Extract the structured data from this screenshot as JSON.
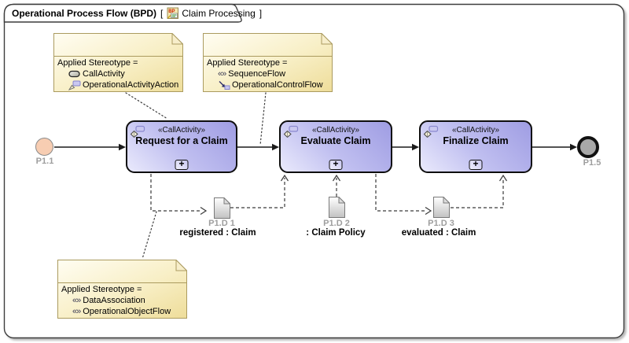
{
  "header": {
    "title": "Operational Process Flow (BPD)",
    "bracket_left": "[",
    "bracket_right": "]",
    "diagram_name": "Claim Processing",
    "icon_text": "BP"
  },
  "notes": [
    {
      "title_line": "Applied Stereotype =",
      "items": [
        {
          "icon": "call-activity-icon",
          "prefix": "",
          "label": "CallActivity"
        },
        {
          "icon": "operational-activity-action-icon",
          "prefix": "",
          "label": "OperationalActivityAction"
        }
      ]
    },
    {
      "title_line": "Applied Stereotype =",
      "items": [
        {
          "icon": "guillemets",
          "prefix": "«»",
          "label": "SequenceFlow"
        },
        {
          "icon": "operational-control-flow-icon",
          "prefix": "",
          "label": "OperationalControlFlow"
        }
      ]
    },
    {
      "title_line": "Applied Stereotype =",
      "items": [
        {
          "icon": "guillemets",
          "prefix": "«»",
          "label": "DataAssociation"
        },
        {
          "icon": "guillemets",
          "prefix": "«»",
          "label": "OperationalObjectFlow"
        }
      ]
    }
  ],
  "tasks": [
    {
      "stereotype": "«CallActivity»",
      "name": "Request for a Claim",
      "marker": "+"
    },
    {
      "stereotype": "«CallActivity»",
      "name": "Evaluate Claim",
      "marker": "+"
    },
    {
      "stereotype": "«CallActivity»",
      "name": "Finalize Claim",
      "marker": "+"
    }
  ],
  "events": {
    "start": {
      "label": "P1.1"
    },
    "end": {
      "label": "P1.5"
    }
  },
  "data_objects": [
    {
      "id_label": "P1.D 1",
      "name": "registered : Claim"
    },
    {
      "id_label": "P1.D 2",
      "name": ": Claim Policy"
    },
    {
      "id_label": "P1.D 3",
      "name": "evaluated : Claim"
    }
  ],
  "colors": {
    "task_fill_light": "#eaeafc",
    "task_fill_dark": "#9f9de3",
    "task_border": "#0e0e0e",
    "note_fill_light": "#fffdf2",
    "note_fill_dark": "#eedd9a",
    "note_border": "#ab9b5f",
    "start_event_fill": "#f7cdb2",
    "end_event_fill": "#a8a8a8",
    "muted_label": "#9e9e9e"
  }
}
